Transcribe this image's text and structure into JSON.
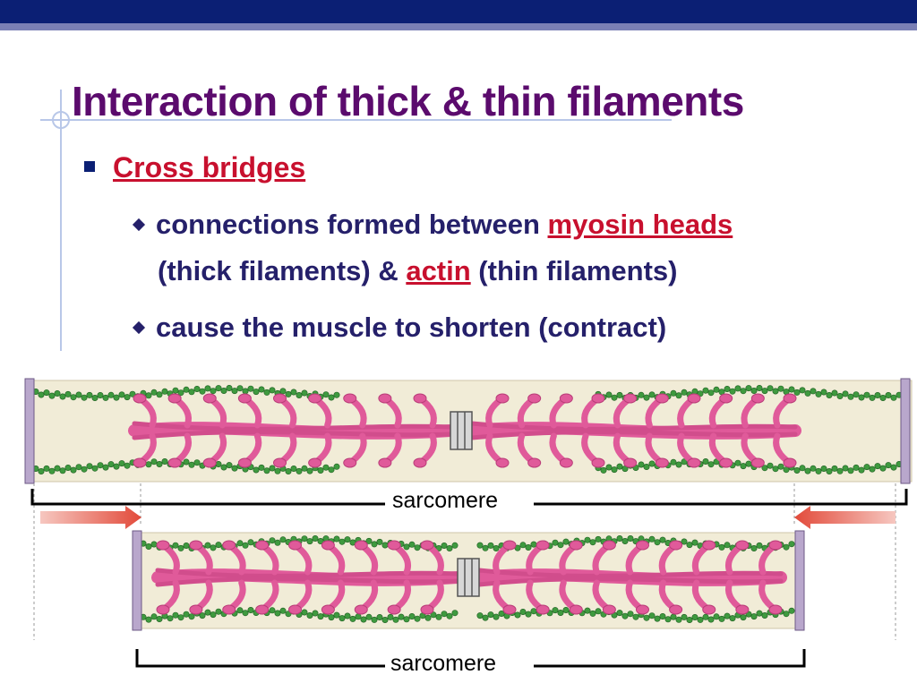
{
  "slide": {
    "title": "Interaction of thick & thin filaments",
    "bullet": "Cross bridges",
    "sub1": {
      "text1": "connections formed between ",
      "link1": "myosin heads",
      "text2": "(thick filaments) & ",
      "link2": "actin",
      "text3": " (thin filaments)"
    },
    "sub2": "cause the muscle to shorten (contract)"
  },
  "figure": {
    "label_top": "sarcomere",
    "label_bottom": "sarcomere"
  },
  "colors": {
    "title": "#5b0b6d",
    "highlight": "#c8102e",
    "body_text": "#25206a",
    "header_bar": "#0b1f74",
    "myosin": "#e05a9a",
    "actin": "#3f9a3f",
    "band_background": "#f1ecd7"
  }
}
